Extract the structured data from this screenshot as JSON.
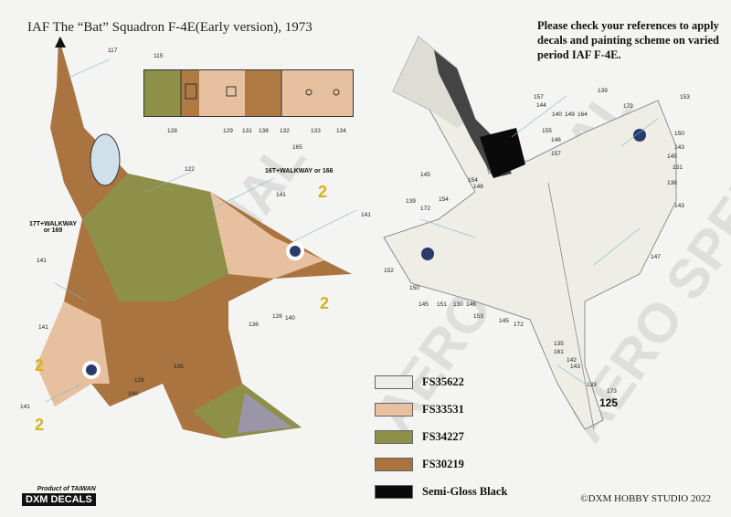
{
  "title": "IAF The “Bat” Squadron F-4E(Early version), 1973",
  "note": "Please check your references to apply decals and painting scheme on varied period IAF F-4E.",
  "legend": [
    {
      "code": "FS35622",
      "color": "#eeede6"
    },
    {
      "code": "FS33531",
      "color": "#e7c19f"
    },
    {
      "code": "FS34227",
      "color": "#8e8f48"
    },
    {
      "code": "FS30219",
      "color": "#a9743f"
    },
    {
      "code": "Semi-Gloss Black",
      "color": "#0a0a0a"
    }
  ],
  "copyright": "©DXM HOBBY STUDIO 2022",
  "brand": {
    "made_in": "Product of TAIWAN",
    "name": "DXM DECALS"
  },
  "walkway_top": "16T+WALKWAY or 166",
  "walkway_left": "17T+WALKWAY or 169",
  "tail_number": "125",
  "callouts_left": [
    "117",
    "115",
    "128",
    "129",
    "131",
    "138",
    "132",
    "133",
    "134",
    "165",
    "122",
    "141",
    "141",
    "136",
    "126",
    "140",
    "135",
    "141",
    "126",
    "140",
    "141",
    "141",
    "2",
    "2",
    "2",
    "2"
  ],
  "callouts_right": [
    "157",
    "144",
    "140",
    "149",
    "164",
    "139",
    "153",
    "172",
    "150",
    "143",
    "145",
    "151",
    "155",
    "157",
    "146",
    "145",
    "154",
    "148",
    "139",
    "172",
    "154",
    "152",
    "150",
    "145",
    "151",
    "130",
    "146",
    "147",
    "143",
    "138",
    "153",
    "145",
    "172",
    "135",
    "161",
    "142",
    "143",
    "133",
    "173"
  ]
}
